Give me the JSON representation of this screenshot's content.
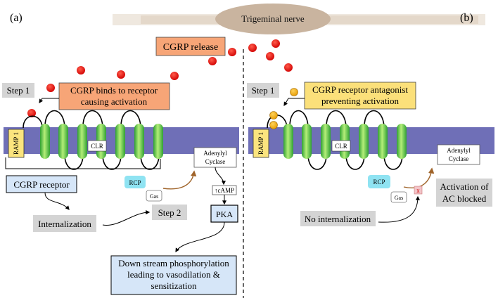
{
  "header": {
    "nerve_label": "Trigeminal nerve",
    "panel_a_label": "(a)",
    "panel_b_label": "(b)"
  },
  "panel_a": {
    "release_label": "CGRP release",
    "step1_label": "Step 1",
    "binds_text_line1": "CGRP binds to receptor",
    "binds_text_line2": "causing activation",
    "ramp_label": "RAMP 1",
    "clr_label": "CLR",
    "adenylyl_line1": "Adenylyl",
    "adenylyl_line2": "Cyclase",
    "camp_label": "↑cAMP",
    "pka_label": "PKA",
    "receptor_label": "CGRP receptor",
    "rcp_label": "RCP",
    "gas_label": "Gas",
    "internalization_label": "Internalization",
    "step2_label": "Step 2",
    "downstream_line1": "Down stream phosphorylation",
    "downstream_line2": "leading to vasodilation &",
    "downstream_line3": "sensitization"
  },
  "panel_b": {
    "step1_label": "Step 1",
    "antagonist_line1": "CGRP receptor antagonist",
    "antagonist_line2": "preventing activation",
    "ramp_label": "RAMP 1",
    "clr_label": "CLR",
    "adenylyl_line1": "Adenylyl",
    "adenylyl_line2": "Cyclase",
    "rcp_label": "RCP",
    "gas_label": "Gas",
    "blocked_marker": "x",
    "no_internalization_label": "No internalization",
    "blocked_line1": "Activation of",
    "blocked_line2": "AC blocked"
  },
  "colors": {
    "membrane": "#6f6fb7",
    "helix_green": "#7ed957",
    "helix_light": "#d9f7b0",
    "ramp_yellow": "#fbe47e",
    "cgrp_red": "#e01010",
    "antagonist_orange": "#f5b40c",
    "orange_box": "#f7a577",
    "yellow_box": "#fbe07a",
    "blue_box": "#d6e6f8",
    "grey_box": "#d4d4d4",
    "rcp_cyan": "#8fe3f2",
    "nerve_tan": "#c9b49f",
    "arrow_brown": "#a0642a"
  }
}
